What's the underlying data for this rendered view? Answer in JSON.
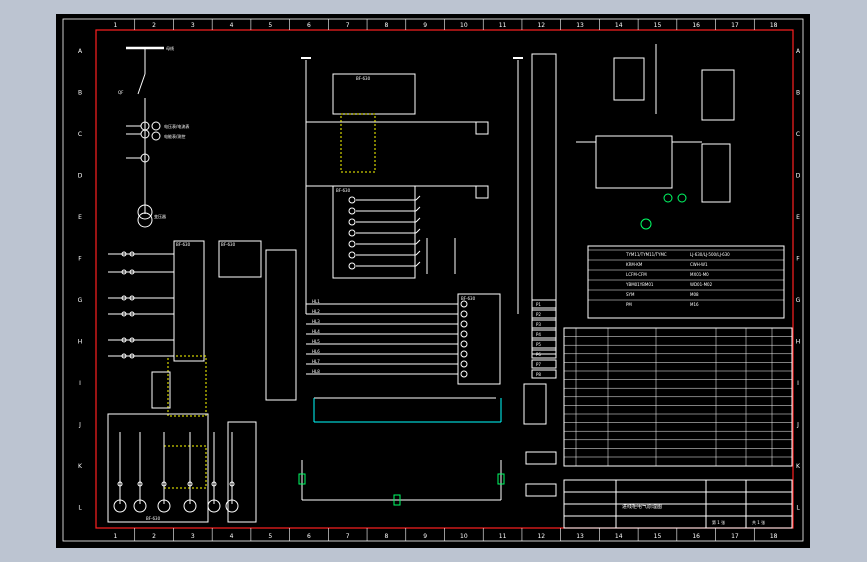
{
  "colors": {
    "background": "#bcc4d1",
    "sheet": "#000000",
    "frame": "#ff2020",
    "line": "#ffffff",
    "dashed": "#ffff00",
    "bus": "#00ffff",
    "green": "#00ff66"
  },
  "columns": [
    "1",
    "2",
    "3",
    "4",
    "5",
    "6",
    "7",
    "8",
    "9",
    "10",
    "11",
    "12",
    "13",
    "14",
    "15",
    "16",
    "17",
    "18"
  ],
  "rows": [
    "A",
    "B",
    "C",
    "D",
    "E",
    "F",
    "G",
    "H",
    "I",
    "J",
    "K",
    "L"
  ],
  "device_labels": {
    "relay_top": "BF-630",
    "relay_mid": "BF-630",
    "relay_bottom": "BF-630",
    "relay_left_a": "BF-630",
    "relay_left_b": "BF-630",
    "relay_right": "BF-630"
  },
  "signal_lines": [
    "HL1",
    "HL2",
    "HL3",
    "HL4",
    "HL5",
    "HL6",
    "HL7",
    "HL8"
  ],
  "contact_ids": [
    "P1",
    "P2",
    "P3",
    "P4",
    "P5",
    "P6",
    "P7",
    "P8"
  ],
  "component_table": [
    [
      "TYM11/TYM11/TYMC",
      "LJ-630/LJ-500/LJ-630"
    ],
    [
      "KRM-KM",
      "CWH-W1"
    ],
    [
      "LCFM-CFM",
      "MX01-M0"
    ],
    [
      "YBM01YBM01",
      "WD01-M02"
    ],
    [
      "SYM",
      "M08"
    ],
    [
      "PM",
      "M16"
    ]
  ],
  "title_block": {
    "drawing_title": "进线柜电气原理图",
    "sheet": "第 1 张",
    "total": "共 1 张"
  }
}
